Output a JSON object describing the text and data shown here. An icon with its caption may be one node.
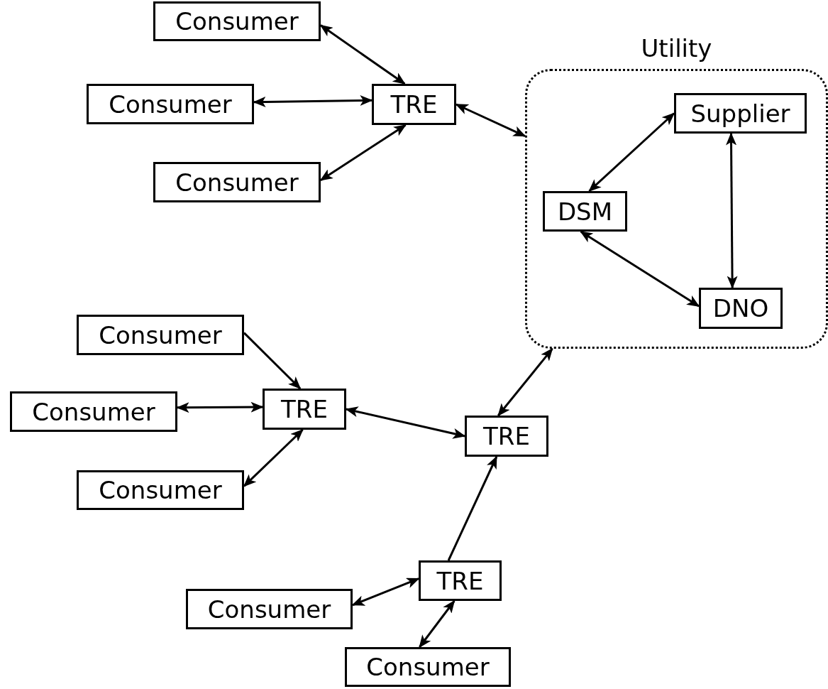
{
  "diagram": {
    "nodes": [
      {
        "text": [
          "Utility"
        ]
      },
      {
        "text": [
          "Supplier"
        ],
        "in": 0
      },
      {
        "text": [
          "DSM"
        ],
        "in": 0
      },
      {
        "text": [
          "DNO"
        ],
        "in": 0
      },
      {
        "text": [
          "Consumer"
        ]
      },
      {
        "text": [
          "Consumer"
        ]
      },
      {
        "text": [
          "TRE"
        ]
      },
      {
        "text": [
          "Consumer"
        ]
      },
      {
        "text": [
          "Consumer"
        ]
      },
      {
        "text": [
          "Consumer"
        ]
      },
      {
        "text": [
          "TRE"
        ]
      },
      {
        "text": [
          "Consumer"
        ]
      },
      {
        "text": [
          "TRE"
        ]
      },
      {
        "text": [
          "TRE"
        ]
      },
      {
        "text": [
          "Consumer"
        ]
      },
      {
        "text": [
          "Consumer"
        ]
      }
    ],
    "edges": [
      {
        "from": 4,
        "to": 6,
        "arrow": "both"
      },
      {
        "from": 5,
        "to": 6,
        "arrow": "both"
      },
      {
        "from": 7,
        "to": 6,
        "arrow": "both"
      },
      {
        "from": 6,
        "to": 0,
        "arrow": "both"
      },
      {
        "from": 2,
        "to": 1,
        "arrow": "both"
      },
      {
        "from": 1,
        "to": 3,
        "arrow": "both"
      },
      {
        "from": 2,
        "to": 3,
        "arrow": "both"
      },
      {
        "from": 8,
        "to": 10,
        "arrow": "to"
      },
      {
        "from": 9,
        "to": 10,
        "arrow": "both"
      },
      {
        "from": 11,
        "to": 10,
        "arrow": "both"
      },
      {
        "from": 10,
        "to": 12,
        "arrow": "both"
      },
      {
        "from": 12,
        "to": 0,
        "arrow": "both"
      },
      {
        "from": 13,
        "to": 12,
        "arrow": "to"
      },
      {
        "from": 14,
        "to": 13,
        "arrow": "both"
      },
      {
        "from": 15,
        "to": 13,
        "arrow": "both"
      }
    ]
  }
}
